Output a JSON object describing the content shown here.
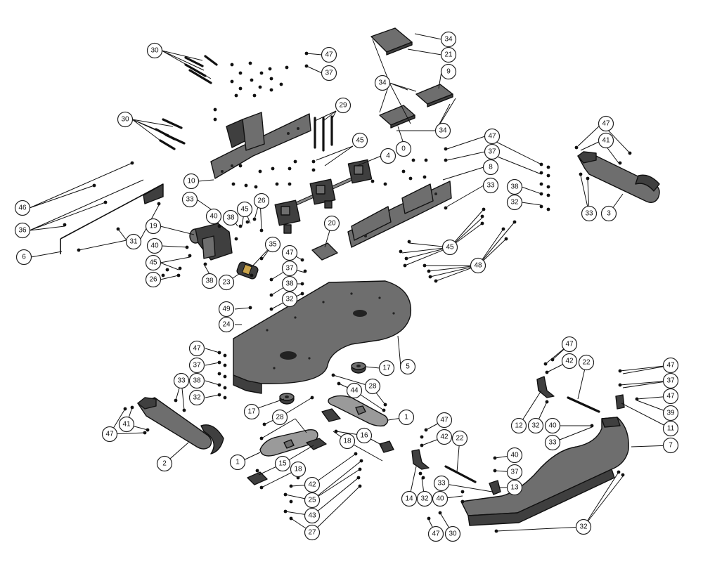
{
  "diagram": {
    "callouts": [
      "30",
      "47",
      "37",
      "34",
      "21",
      "9",
      "34",
      "34",
      "0",
      "30",
      "29",
      "45",
      "4",
      "10",
      "47",
      "41",
      "33",
      "3",
      "46",
      "36",
      "6",
      "33",
      "40",
      "38",
      "45",
      "26",
      "19",
      "31",
      "20",
      "35",
      "40",
      "45",
      "26",
      "38",
      "23",
      "47",
      "37",
      "38",
      "32",
      "49",
      "24",
      "37",
      "8",
      "33",
      "38",
      "32",
      "45",
      "48",
      "47",
      "37",
      "38",
      "32",
      "33",
      "17",
      "5",
      "17",
      "28",
      "44",
      "28",
      "1",
      "41",
      "47",
      "2",
      "1",
      "15",
      "18",
      "16",
      "18",
      "42",
      "25",
      "43",
      "27",
      "47",
      "42",
      "22",
      "14",
      "32",
      "40",
      "30",
      "47",
      "37",
      "13",
      "33",
      "40",
      "12",
      "32",
      "40",
      "33",
      "47",
      "42",
      "22",
      "47",
      "37",
      "47",
      "39",
      "11",
      "7",
      "32"
    ]
  }
}
